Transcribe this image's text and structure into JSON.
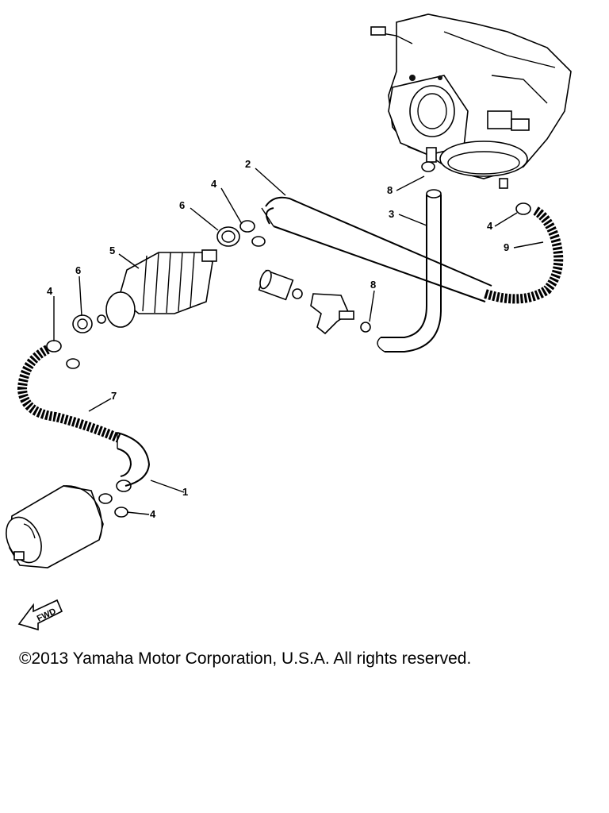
{
  "callouts": [
    {
      "id": "c1",
      "text": "1"
    },
    {
      "id": "c2",
      "text": "2"
    },
    {
      "id": "c3",
      "text": "3"
    },
    {
      "id": "c4a",
      "text": "4"
    },
    {
      "id": "c4b",
      "text": "4"
    },
    {
      "id": "c4c",
      "text": "4"
    },
    {
      "id": "c4d",
      "text": "4"
    },
    {
      "id": "c5",
      "text": "5"
    },
    {
      "id": "c6a",
      "text": "6"
    },
    {
      "id": "c6b",
      "text": "6"
    },
    {
      "id": "c7",
      "text": "7"
    },
    {
      "id": "c8a",
      "text": "8"
    },
    {
      "id": "c8b",
      "text": "8"
    },
    {
      "id": "c9",
      "text": "9"
    }
  ],
  "fwd_label": "FWD",
  "copyright": "©2013 Yamaha Motor Corporation, U.S.A. All rights reserved."
}
